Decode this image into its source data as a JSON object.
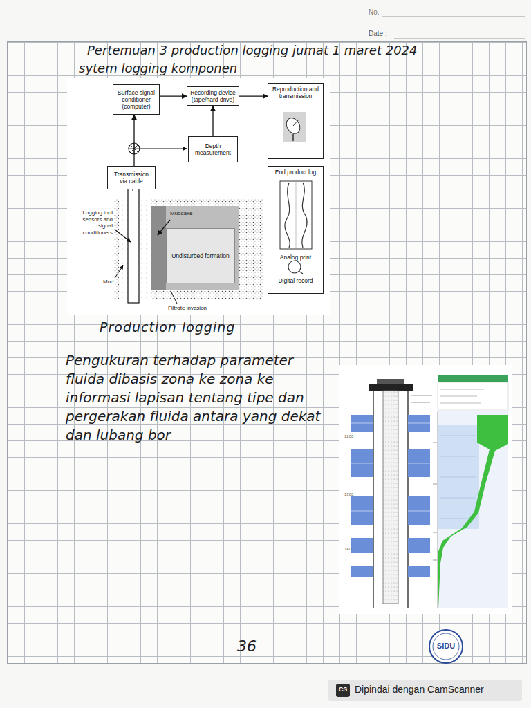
{
  "diagram": {
    "title": "Pertemuan 3 production logging jumat 1 maret 2024",
    "nodes": [
      {
        "text": [
          "Surface signal conditioner (computer)"
        ]
      },
      {
        "text": [
          "Recording device (tape/hard drive)"
        ]
      },
      {
        "text": [
          "Reproduction and transmission"
        ]
      },
      {
        "text": [
          "Depth measurement"
        ]
      },
      {
        "text": [
          "Transmission via cable"
        ]
      },
      {
        "text": [
          "End product log",
          "Analog print",
          "Digital record"
        ]
      },
      {
        "text": [
          "Undisturbed formation"
        ]
      }
    ],
    "edges": [
      {
        "from": 4,
        "to": 0,
        "arrow": "to"
      },
      {
        "from": 0,
        "to": 1,
        "arrow": "to"
      },
      {
        "from": 1,
        "to": 2,
        "arrow": "to"
      },
      {
        "from": 3,
        "to": 1,
        "arrow": "to"
      }
    ],
    "labels": [
      "No.",
      "Date :",
      "sytem logging komponen",
      "Logging tool sensors and signal conditioners",
      "Mudcake",
      "Mud",
      "Filtrate invasion",
      "Production logging",
      "Pengukuran terhadap parameter fluida dibasis zona ke zona ke informasi lapisan tentang tipe dan pergerakan fluida antara yang dekat dan lubang bor",
      "1200",
      "1300",
      "1400",
      "36",
      "SIDU",
      "CS",
      "Dipindai dengan CamScanner"
    ]
  }
}
